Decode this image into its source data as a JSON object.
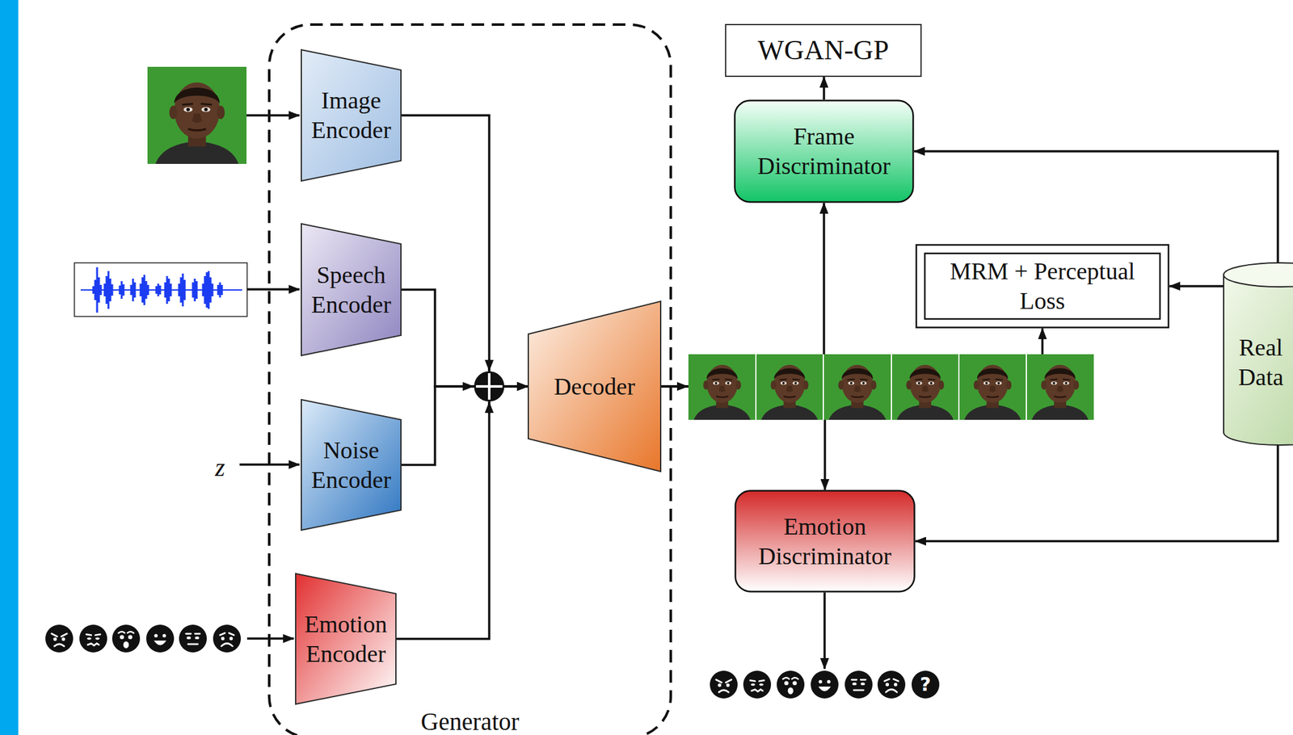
{
  "diagram": {
    "nodes": [
      {
        "text": [
          "Generator"
        ]
      },
      {
        "text": [
          "Image Encoder"
        ],
        "in": 0
      },
      {
        "text": [
          "Speech Encoder"
        ],
        "in": 0
      },
      {
        "text": [
          "Noise Encoder"
        ],
        "in": 0
      },
      {
        "text": [
          "Emotion Encoder"
        ],
        "in": 0
      },
      {
        "text": [
          "Decoder"
        ],
        "in": 0
      },
      {
        "text": [
          "WGAN-GP"
        ]
      },
      {
        "text": [
          "Frame Discriminator"
        ]
      },
      {
        "text": [
          "MRM + Perceptual Loss"
        ]
      },
      {
        "text": [
          "Real Data"
        ]
      },
      {
        "text": [
          "Emotion Discriminator"
        ]
      }
    ],
    "edges": [
      {
        "from": 1,
        "to": 5,
        "arrow": "to"
      },
      {
        "from": 2,
        "to": 5,
        "arrow": "to"
      },
      {
        "from": 3,
        "to": 5,
        "arrow": "to"
      },
      {
        "from": 4,
        "to": 5,
        "arrow": "to"
      },
      {
        "from": 5,
        "to": 7,
        "arrow": "to"
      },
      {
        "from": 5,
        "to": 8,
        "arrow": "to"
      },
      {
        "from": 5,
        "to": 10,
        "arrow": "to"
      },
      {
        "from": 7,
        "to": 6,
        "arrow": "to"
      },
      {
        "from": 9,
        "to": 7,
        "arrow": "to"
      },
      {
        "from": 9,
        "to": 8,
        "arrow": "to"
      },
      {
        "from": 9,
        "to": 10,
        "arrow": "to"
      }
    ],
    "labels": [
      "z",
      "?"
    ]
  }
}
